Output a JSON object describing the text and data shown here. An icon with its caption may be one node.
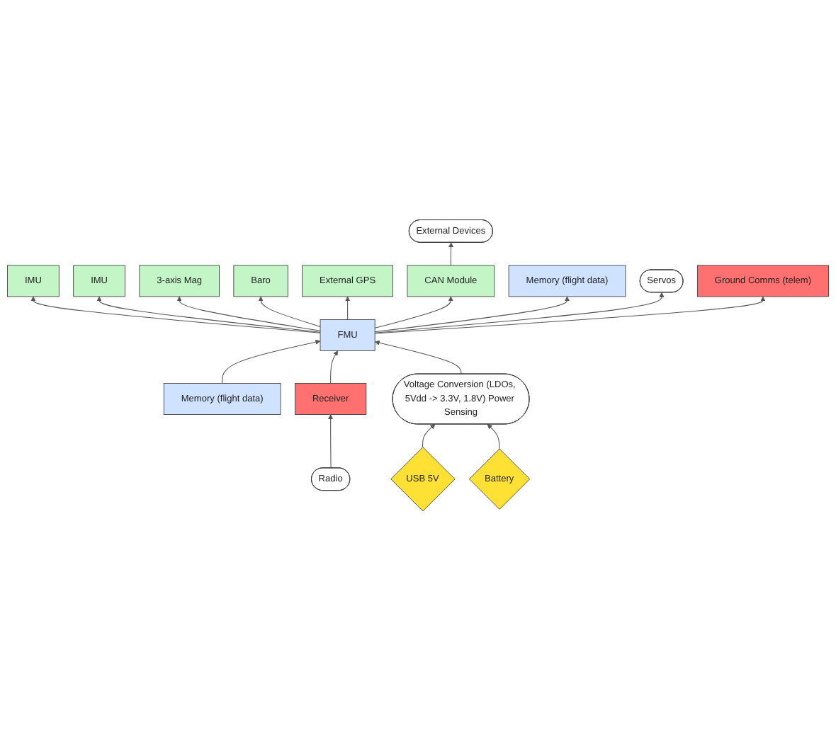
{
  "diagram": {
    "nodes": [
      {
        "text": [
          "IMU"
        ]
      },
      {
        "text": [
          "IMU"
        ]
      },
      {
        "text": [
          "3-axis Mag"
        ]
      },
      {
        "text": [
          "Baro"
        ]
      },
      {
        "text": [
          "External GPS"
        ]
      },
      {
        "text": [
          "External Devices"
        ]
      },
      {
        "text": [
          "CAN Module"
        ]
      },
      {
        "text": [
          "Memory (flight data)"
        ]
      },
      {
        "text": [
          "FMU"
        ]
      },
      {
        "text": [
          "Servos"
        ]
      },
      {
        "text": [
          "Memory (flight data)"
        ]
      },
      {
        "text": [
          "Radio"
        ]
      },
      {
        "text": [
          "Receiver"
        ]
      },
      {
        "text": [
          "Ground Comms (telem)"
        ]
      },
      {
        "text": [
          "Voltage Conversion (LDOs, 5Vdd -> 3.3V, 1.8V) Power Sensing"
        ]
      },
      {
        "text": [
          "USB 5V"
        ]
      },
      {
        "text": [
          "Battery"
        ]
      }
    ],
    "edges": [
      {
        "from": 8,
        "to": 0,
        "arrow": "to"
      },
      {
        "from": 8,
        "to": 1,
        "arrow": "to"
      },
      {
        "from": 8,
        "to": 2,
        "arrow": "to"
      },
      {
        "from": 8,
        "to": 3,
        "arrow": "to"
      },
      {
        "from": 8,
        "to": 4,
        "arrow": "to"
      },
      {
        "from": 6,
        "to": 5,
        "arrow": "to"
      },
      {
        "from": 8,
        "to": 6,
        "arrow": "to"
      },
      {
        "from": 8,
        "to": 7,
        "arrow": "to"
      },
      {
        "from": 8,
        "to": 9,
        "arrow": "to"
      },
      {
        "from": 10,
        "to": 8,
        "arrow": "to"
      },
      {
        "from": 11,
        "to": 12,
        "arrow": "to"
      },
      {
        "from": 12,
        "to": 8,
        "arrow": "to"
      },
      {
        "from": 8,
        "to": 13,
        "arrow": "to"
      },
      {
        "from": 14,
        "to": 8,
        "arrow": "to"
      },
      {
        "from": 15,
        "to": 14,
        "arrow": "to"
      },
      {
        "from": 16,
        "to": 14,
        "arrow": "to"
      }
    ]
  }
}
